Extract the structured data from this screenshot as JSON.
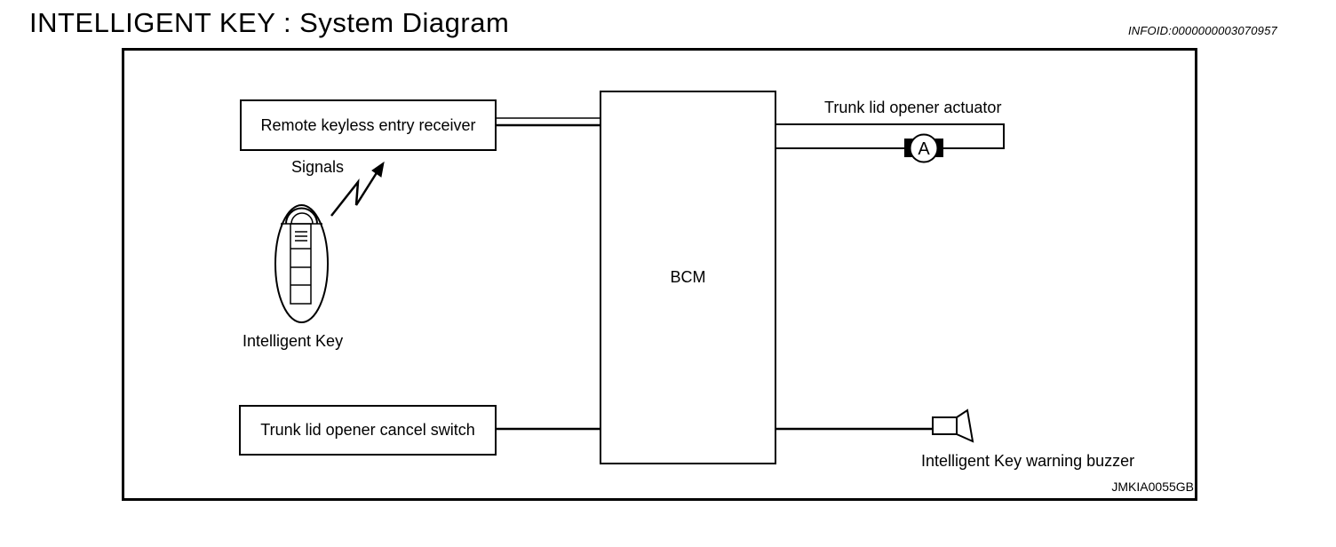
{
  "page": {
    "title": "INTELLIGENT KEY : System Diagram",
    "infoid": "INFOID:0000000003070957"
  },
  "colors": {
    "ink": "#000000",
    "background": "#ffffff"
  },
  "diagram": {
    "figure_id": "JMKIA0055GB",
    "nodes": {
      "receiver": {
        "label": "Remote keyless entry receiver"
      },
      "bcm": {
        "label": "BCM"
      },
      "cancel_switch": {
        "label": "Trunk lid opener cancel switch"
      },
      "actuator": {
        "label": "Trunk lid opener actuator",
        "symbol_letter": "A"
      },
      "buzzer": {
        "label": "Intelligent Key warning buzzer"
      },
      "intelligent_key": {
        "label": "Intelligent Key",
        "signal_label": "Signals"
      }
    },
    "connections": [
      "Remote keyless entry receiver -> BCM",
      "Trunk lid opener cancel switch -> BCM",
      "BCM -> Trunk lid opener actuator",
      "BCM -> Intelligent Key warning buzzer",
      "Intelligent Key -> Remote keyless entry receiver (radio signals)"
    ]
  }
}
